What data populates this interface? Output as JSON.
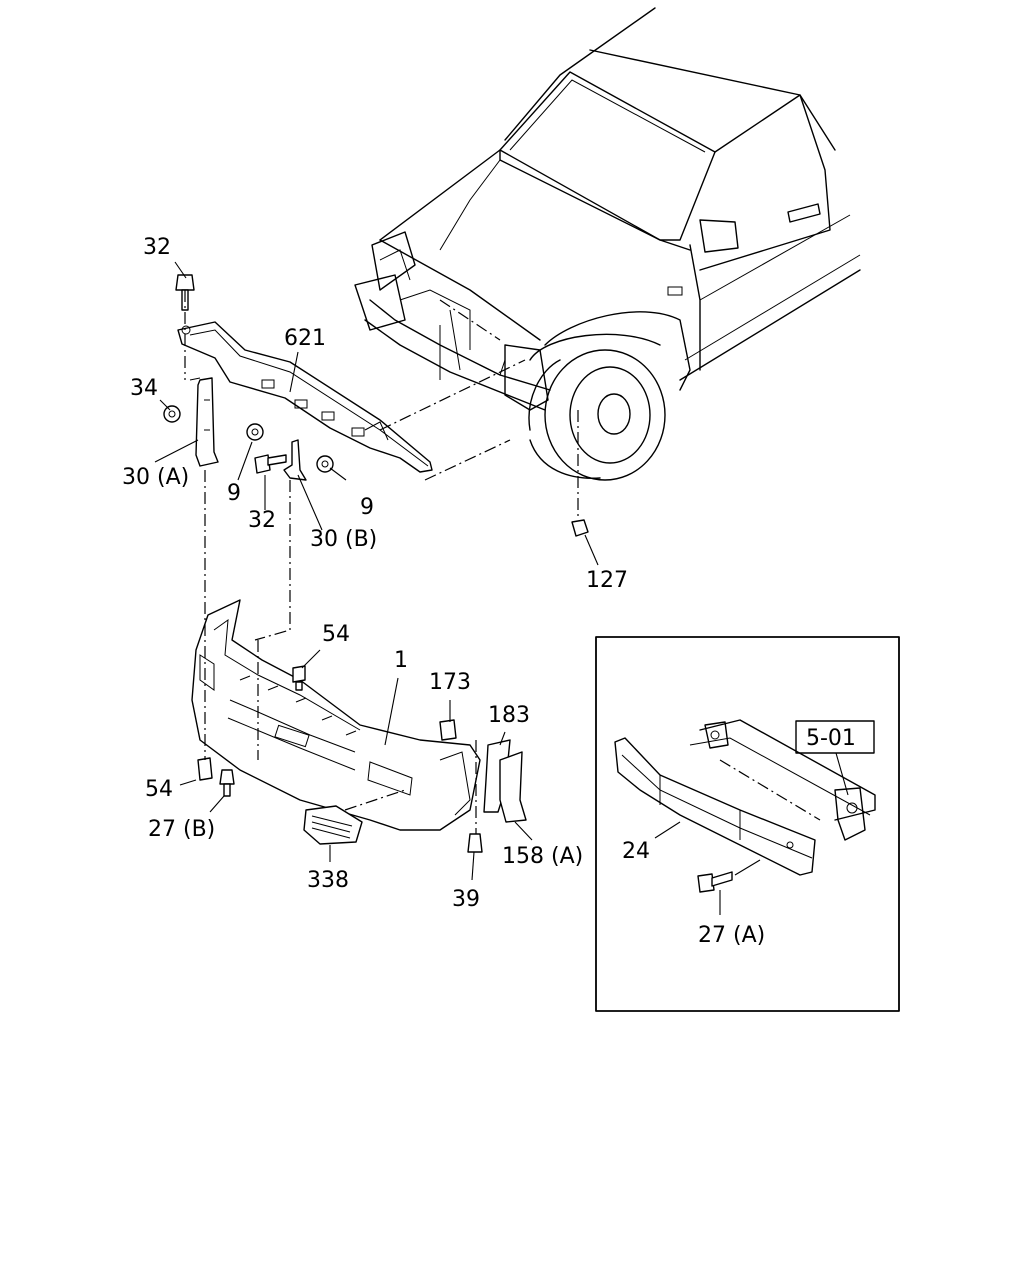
{
  "callouts": {
    "c32_top": "32",
    "c621": "621",
    "c34": "34",
    "c30a": "30 (A)",
    "c9_left": "9",
    "c32_mid": "32",
    "c9_right": "9",
    "c30b": "30 (B)",
    "c127": "127",
    "c54_top": "54",
    "c1": "1",
    "c173": "173",
    "c183": "183",
    "c54_bottom": "54",
    "c27b": "27 (B)",
    "c338": "338",
    "c39": "39",
    "c158a": "158 (A)",
    "c24": "24",
    "c27a": "27 (A)"
  },
  "inset": {
    "ref_label": "5-01"
  }
}
